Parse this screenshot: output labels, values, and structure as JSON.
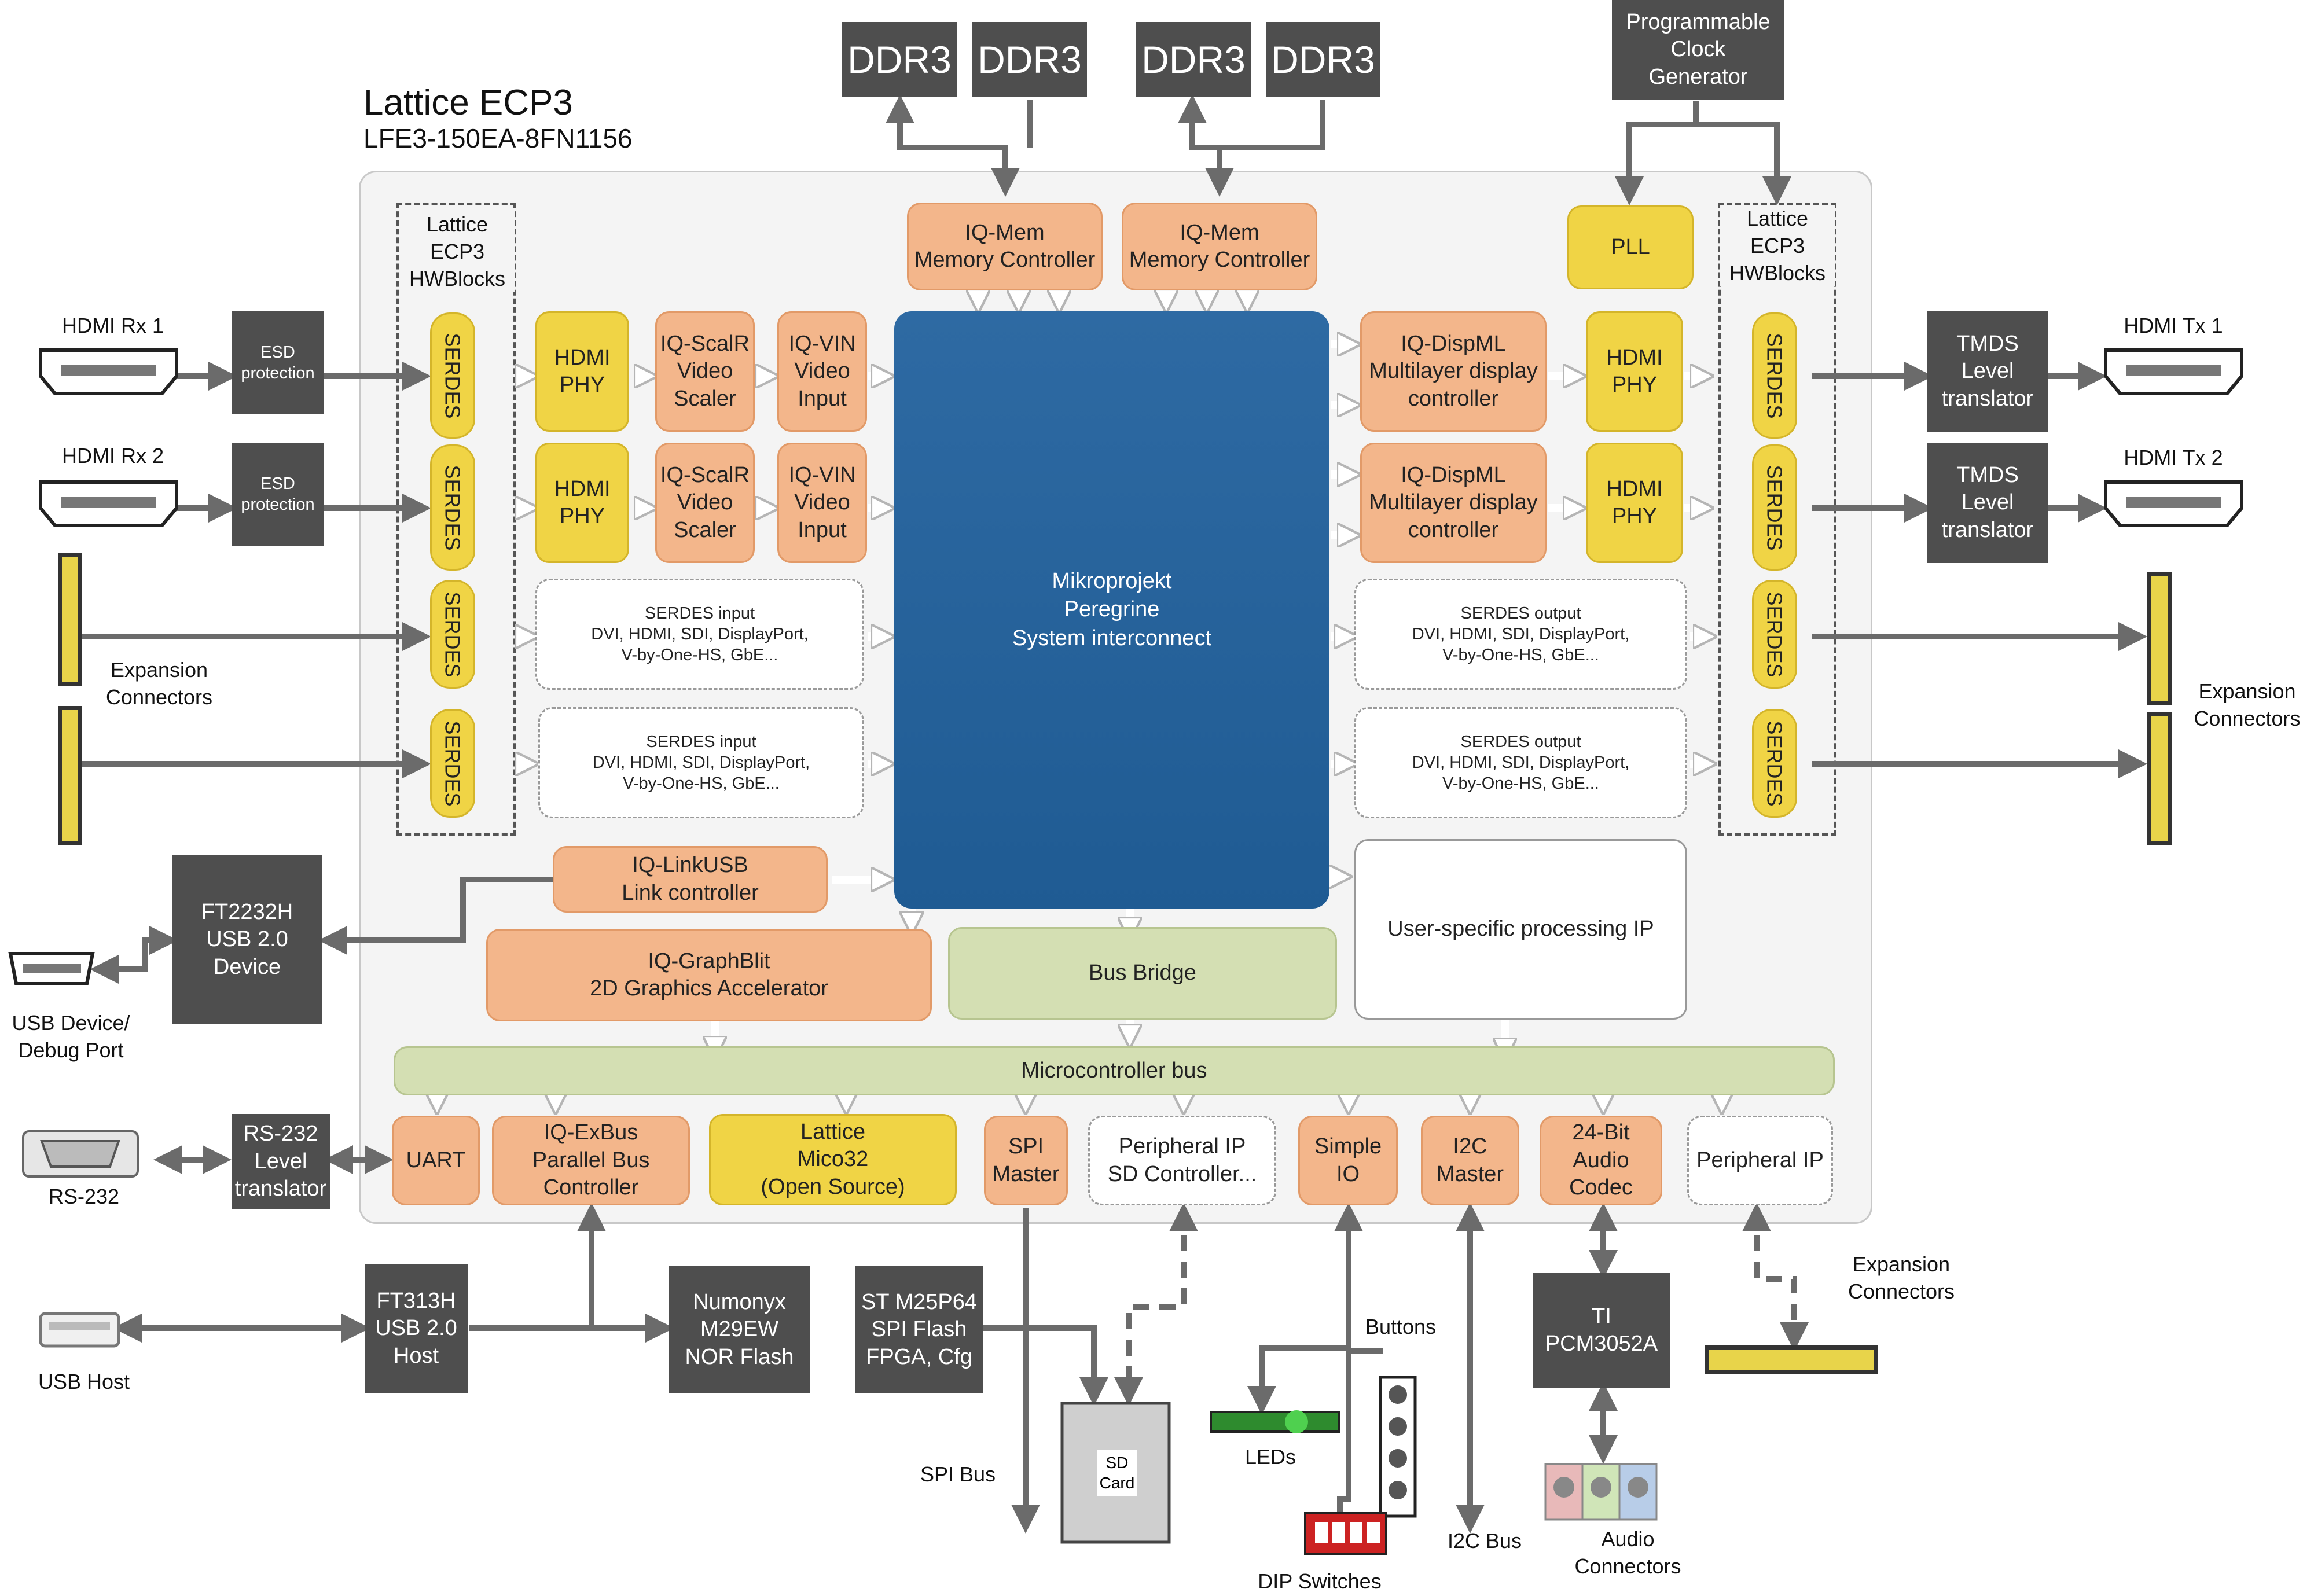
{
  "chip": {
    "title": "Lattice ECP3",
    "part": "LFE3-150EA-8FN1156"
  },
  "hwblocks": {
    "left": "Lattice\nECP3\nHWBlocks",
    "right": "Lattice\nECP3\nHWBlocks"
  },
  "ddr": [
    "DDR3",
    "DDR3",
    "DDR3",
    "DDR3"
  ],
  "clock_gen": "Programmable\nClock\nGenerator",
  "pll": "PLL",
  "mem_ctrl": [
    "IQ-Mem\nMemory Controller",
    "IQ-Mem\nMemory Controller"
  ],
  "serdes": "SERDES",
  "hdmi_phy": "HDMI\nPHY",
  "scaler": "IQ-ScalR\nVideo\nScaler",
  "vin": "IQ-VIN\nVideo\nInput",
  "dispml": "IQ-DispML\nMultilayer display\ncontroller",
  "serdes_input": "SERDES  input\nDVI, HDMI, SDI, DisplayPort,\nV-by-One-HS, GbE...",
  "serdes_output": "SERDES  output\nDVI, HDMI, SDI, DisplayPort,\nV-by-One-HS, GbE...",
  "interconnect": "Mikroprojekt\nPeregrine\nSystem interconnect",
  "linkusb": "IQ-LinkUSB\nLink controller",
  "graphblit": "IQ-GraphBlit\n2D Graphics Accelerator",
  "bus_bridge": "Bus Bridge",
  "user_ip": "User-specific processing IP",
  "mcu_bus": "Microcontroller bus",
  "peripherals": {
    "uart": "UART",
    "exbus": "IQ-ExBus\nParallel Bus\nController",
    "mico32": "Lattice\nMico32\n(Open Source)",
    "spi": "SPI\nMaster",
    "sd_ctrl": "Peripheral IP\nSD Controller...",
    "simple_io": "Simple\nIO",
    "i2c": "I2C\nMaster",
    "audio": "24-Bit\nAudio\nCodec",
    "periph_ip": "Peripheral IP"
  },
  "external": {
    "esd": "ESD\nprotection",
    "tmds": "TMDS\nLevel\ntranslator",
    "ft2232": "FT2232H\nUSB 2.0\nDevice",
    "rs232_trans": "RS-232\nLevel\ntranslator",
    "ft313": "FT313H\nUSB 2.0\nHost",
    "numonyx": "Numonyx\nM29EW\nNOR Flash",
    "spi_flash": "ST M25P64\nSPI Flash\nFPGA, Cfg",
    "ti_codec": "TI PCM3052A",
    "sd_card": "SD\nCard"
  },
  "labels": {
    "hdmi_rx1": "HDMI Rx 1",
    "hdmi_rx2": "HDMI  Rx 2",
    "hdmi_tx1": "HDMI Tx 1",
    "hdmi_tx2": "HDMI Tx 2",
    "exp_left": "Expansion\nConnectors",
    "exp_right": "Expansion\nConnectors",
    "exp_bottom": "Expansion\nConnectors",
    "usb_device": "USB Device/\nDebug Port",
    "rs232": "RS-232",
    "usb_host": "USB Host",
    "spi_bus": "SPI Bus",
    "leds": "LEDs",
    "buttons": "Buttons",
    "dip": "DIP Switches",
    "i2c_bus": "I2C Bus",
    "audio_conn": "Audio\nConnectors"
  },
  "colors": {
    "ip_orange": "#f3b68b",
    "lattice_yellow": "#f0d445",
    "bus_green": "#d4dfb3",
    "external_dark": "#4e4e4e",
    "interconnect_blue": "#2467a0",
    "wire": "#6b6b6b"
  }
}
